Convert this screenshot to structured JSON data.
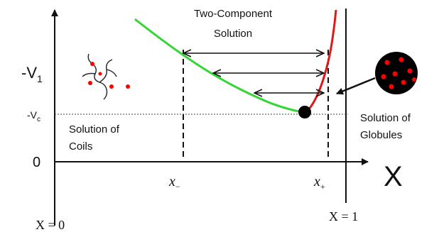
{
  "labels": {
    "y_axis": "-V",
    "y_axis_sub": "1",
    "vc": "-V",
    "vc_sub": "c",
    "zero": "0",
    "x_axis": "X",
    "two_component": [
      "Two-Component",
      "Solution"
    ],
    "solution_coils": [
      "Solution of",
      "Coils"
    ],
    "solution_globules": [
      "Solution of",
      "Globules"
    ],
    "x_minus": "x",
    "x_minus_sub": "−",
    "x_plus": "x",
    "x_plus_sub": "+",
    "x_eq_0": "X = 0",
    "x_eq_1": "X = 1"
  },
  "colors": {
    "coil_branch": "#33d633",
    "globule_branch": "#e01818",
    "axis": "#111111",
    "globule_bead": "#ff0000",
    "globule_body": "#000000"
  },
  "icons": {
    "coil": "polymer-coil-icon",
    "globule": "polymer-globule-icon"
  }
}
